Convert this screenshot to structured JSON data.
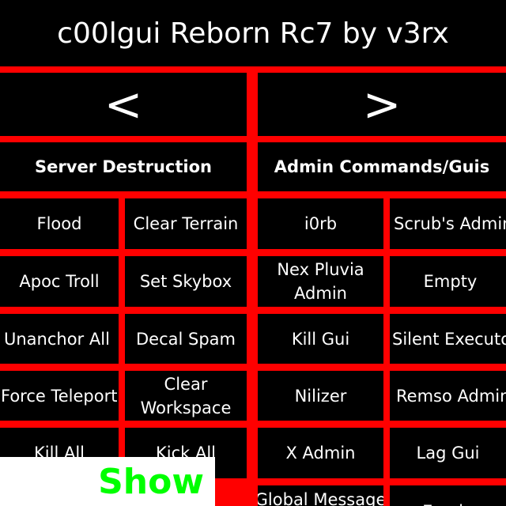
{
  "gui": {
    "title": "c00lgui Reborn Rc7 by v3rx",
    "nav": {
      "prev": "<",
      "next": ">"
    },
    "categories": [
      "Server Destruction",
      "Admin Commands/Guis"
    ],
    "buttons": {
      "r1": [
        "Flood",
        "Clear Terrain",
        "i0rb",
        "Scrub's Admin"
      ],
      "r2": [
        "Apoc Troll",
        "Set Skybox",
        "Nex Pluvia Admin",
        "Empty"
      ],
      "r3": [
        "Unanchor All",
        "Decal Spam",
        "Kill Gui",
        "Silent Executor"
      ],
      "r4": [
        "Force Teleport",
        "Clear Workspace",
        "Nilizer",
        "Remso Admin"
      ],
      "r5": [
        "Kill All",
        "Kick All",
        "X Admin",
        "Lag Gui"
      ],
      "r6": [
        "Global Message",
        "Evade"
      ]
    },
    "show_label": "Show"
  },
  "colors": {
    "background": "#000000",
    "grid_lines": "#ff0000",
    "text": "#ffffff",
    "show_text": "#00ff00",
    "show_bg": "#ffffff"
  }
}
